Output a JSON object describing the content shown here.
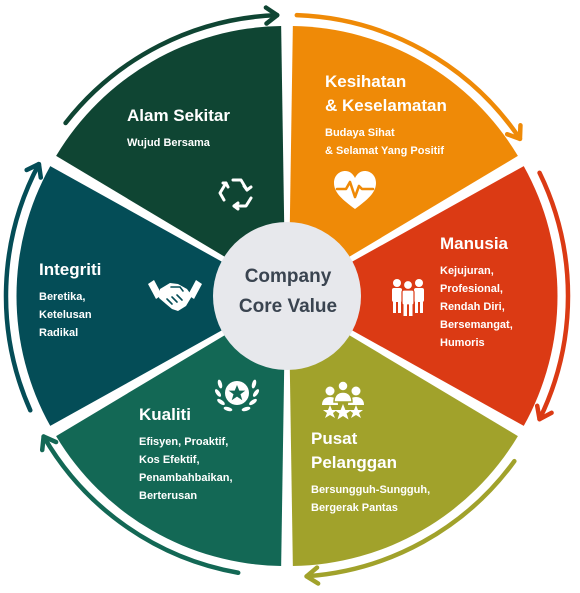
{
  "center": {
    "line1": "Company",
    "line2": "Core Value"
  },
  "segments": [
    {
      "title_lines": [
        "Alam Sekitar"
      ],
      "desc_lines": [
        "Wujud Bersama"
      ],
      "icon": "recycle-icon",
      "color": "#0f4533"
    },
    {
      "title_lines": [
        "Kesihatan",
        "& Keselamatan"
      ],
      "desc_lines": [
        "Budaya Sihat",
        "& Selamat Yang Positif"
      ],
      "icon": "heart-pulse-icon",
      "color": "#ef8a07"
    },
    {
      "title_lines": [
        "Manusia"
      ],
      "desc_lines": [
        "Kejujuran,",
        "Profesional,",
        "Rendah Diri,",
        "Bersemangat,",
        "Humoris"
      ],
      "icon": "people-icon",
      "color": "#db3a14"
    },
    {
      "title_lines": [
        "Pusat",
        "Pelanggan"
      ],
      "desc_lines": [
        "Bersungguh-Sungguh,",
        "Bergerak Pantas"
      ],
      "icon": "customers-icon",
      "color": "#a1a22b"
    },
    {
      "title_lines": [
        "Kualiti"
      ],
      "desc_lines": [
        "Efisyen, Proaktif,",
        "Kos Efektif,",
        "Penambahbaikan,",
        "Berterusan"
      ],
      "icon": "star-laurel-icon",
      "color": "#136855"
    },
    {
      "title_lines": [
        "Integriti"
      ],
      "desc_lines": [
        "Beretika,",
        "Ketelusan",
        "Radikal"
      ],
      "icon": "handshake-icon",
      "color": "#044d57"
    }
  ]
}
